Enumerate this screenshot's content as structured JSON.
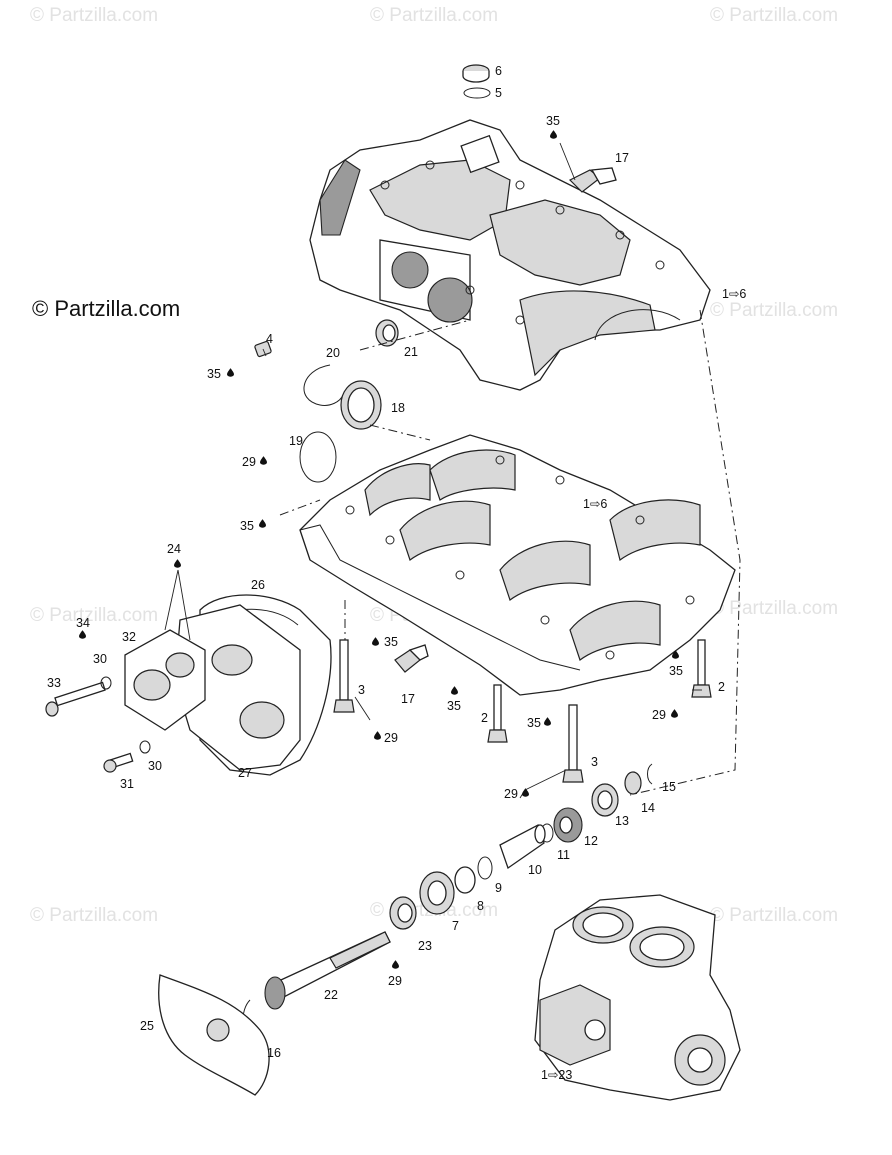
{
  "watermark": "© Partzilla.com",
  "callouts": {
    "c6": "6",
    "c5": "5",
    "c35a": "35",
    "c17a": "17",
    "c1to6a": "1⇨6",
    "c4": "4",
    "c35b": "35",
    "c20": "20",
    "c21": "21",
    "c18": "18",
    "c19": "19",
    "c29a": "29",
    "c35c": "35",
    "c1to6b": "1⇨6",
    "c24": "24",
    "c26": "26",
    "c34": "34",
    "c32": "32",
    "c30a": "30",
    "c33": "33",
    "c35d": "35",
    "c17b": "17",
    "c35e": "35",
    "c3a": "3",
    "c29b": "29",
    "c27": "27",
    "c30b": "30",
    "c31": "31",
    "c2a": "2",
    "c35f": "35",
    "c35g": "35",
    "c29c": "29",
    "c2b": "2",
    "c3b": "3",
    "c29d": "29",
    "c15": "15",
    "c14": "14",
    "c13": "13",
    "c12": "12",
    "c11": "11",
    "c10": "10",
    "c9": "9",
    "c8": "8",
    "c7": "7",
    "c23": "23",
    "c29e": "29",
    "c22": "22",
    "c25": "25",
    "c16": "16",
    "c1to23": "1⇨23"
  }
}
